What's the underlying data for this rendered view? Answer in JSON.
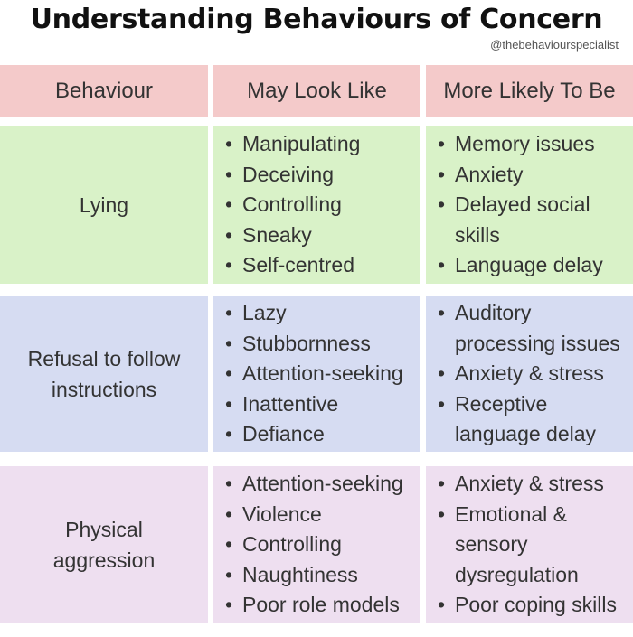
{
  "title": "Understanding Behaviours of Concern",
  "handle": "@thebehaviourspecialist",
  "headers": [
    "Behaviour",
    "May Look Like",
    "More Likely To Be"
  ],
  "colors": {
    "header": "#f4caca",
    "lying": "#d9f2c8",
    "refusal": "#d6dcf2",
    "aggression": "#eedff0"
  },
  "rows": [
    {
      "behaviour": "Lying",
      "may_look_like": [
        "Manipulating",
        "Deceiving",
        "Controlling",
        "Sneaky",
        "Self-centred"
      ],
      "more_likely": [
        "Memory issues",
        "Anxiety",
        "Delayed social",
        "skills",
        "Language delay"
      ]
    },
    {
      "behaviour_lines": [
        "Refusal to follow",
        "instructions"
      ],
      "may_look_like": [
        "Lazy",
        "Stubbornness",
        "Attention-seeking",
        "Inattentive",
        "Defiance"
      ],
      "more_likely": [
        "Auditory",
        "processing issues",
        "Anxiety & stress",
        "Receptive",
        "language delay"
      ]
    },
    {
      "behaviour_lines": [
        "Physical",
        "aggression"
      ],
      "may_look_like": [
        "Attention-seeking",
        "Violence",
        "Controlling",
        "Naughtiness",
        "Poor role models"
      ],
      "more_likely": [
        "Anxiety & stress",
        "Emotional &",
        "sensory",
        "dysregulation",
        "Poor coping skills"
      ]
    }
  ]
}
